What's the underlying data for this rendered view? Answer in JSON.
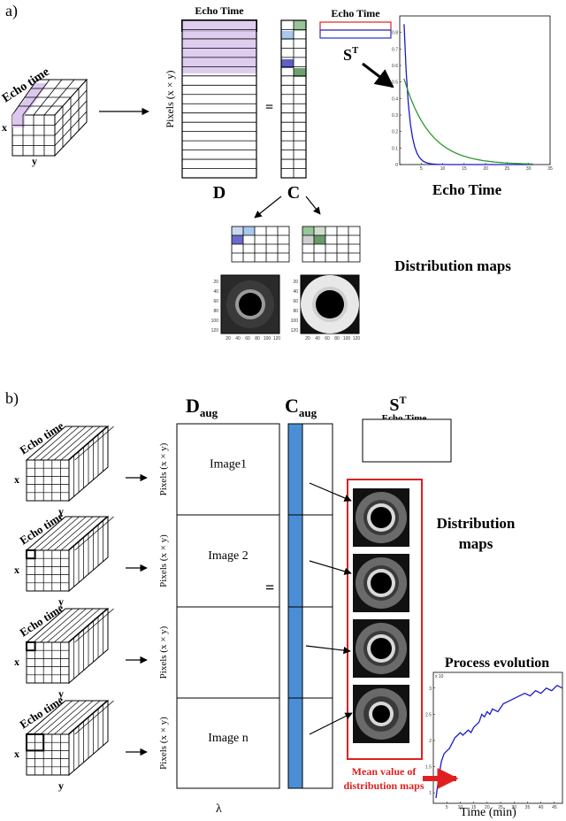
{
  "panel_a": {
    "label": "a)",
    "cube": {
      "echo_time": "Echo time",
      "x": "x",
      "y": "y"
    },
    "matrix_d": {
      "header": "Echo Time",
      "row_label": "Pixels (x × y)",
      "name": "D"
    },
    "equals": "=",
    "matrix_c": {
      "name": "C"
    },
    "st": {
      "header": "Echo Time",
      "name_base": "S",
      "name_sup": "T"
    },
    "chart": {
      "xlabel": "Echo Time",
      "xticks": [
        "5",
        "10",
        "15",
        "20",
        "25",
        "30",
        "35"
      ],
      "yticks": [
        "0",
        "0.1",
        "0.2",
        "0.3",
        "0.4",
        "0.5",
        "0.6",
        "0.7",
        "0.8"
      ]
    },
    "distribution_maps": "Distribution maps",
    "map1_ticks": {
      "x": [
        "20",
        "40",
        "60",
        "80",
        "100",
        "120"
      ],
      "y": [
        "20",
        "40",
        "60",
        "80",
        "100",
        "120"
      ]
    },
    "map2_ticks": {
      "x": [
        "20",
        "40",
        "60",
        "80",
        "100",
        "120"
      ],
      "y": [
        "20",
        "40",
        "60",
        "80",
        "100",
        "120"
      ]
    }
  },
  "panel_b": {
    "label": "b)",
    "cubes": [
      {
        "echo_time": "Echo time",
        "x": "x",
        "y": "y"
      },
      {
        "echo_time": "Echo time",
        "x": "x",
        "y": "y"
      },
      {
        "echo_time": "Echo time",
        "x": "x",
        "y": "y"
      },
      {
        "echo_time": "Echo time",
        "x": "x",
        "y": "y"
      }
    ],
    "d_aug": {
      "base": "D",
      "sub": "aug",
      "row_label": "Pixels (x × y)",
      "images": [
        "Image1",
        "Image 2",
        "",
        "Image n"
      ],
      "footer": "λ"
    },
    "equals": "=",
    "c_aug": {
      "base": "C",
      "sub": "aug"
    },
    "st": {
      "base": "S",
      "sup": "T",
      "header": "Echo Time"
    },
    "distribution_maps": [
      "Distribution",
      "maps"
    ],
    "process_evolution": "Process evolution",
    "mean_value": [
      "Mean value of",
      "distribution maps"
    ],
    "chart": {
      "xlabel": "Time (min)",
      "xticks": [
        "5",
        "10",
        "15",
        "20",
        "25",
        "30",
        "35",
        "40",
        "45"
      ],
      "yticks": [
        "1",
        "1.5",
        "2",
        "2.5",
        "3"
      ],
      "y_exponent": "x 10"
    }
  },
  "colors": {
    "purple": "#dcc8ee",
    "blue": "#4a8fd6",
    "green": "#2c9a2c",
    "curve_blue": "#1a1acc",
    "red": "#e02020"
  }
}
